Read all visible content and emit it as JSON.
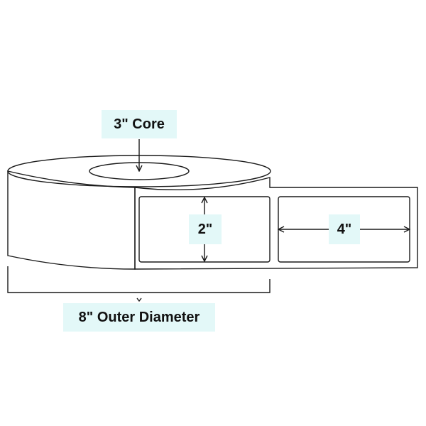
{
  "callouts": {
    "core": "3\" Core",
    "label_height": "2\"",
    "label_width": "4\"",
    "outer_diameter": "8\" Outer Diameter"
  },
  "colors": {
    "callout_background": "#e3f8f8",
    "line": "#1a1a1a",
    "text": "#111111",
    "background": "#ffffff"
  }
}
